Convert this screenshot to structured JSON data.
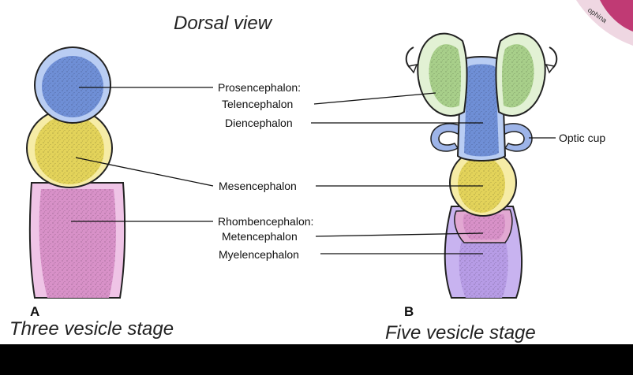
{
  "title": "Dorsal view",
  "panels": {
    "a": {
      "letter": "A",
      "caption": "Three vesicle stage"
    },
    "b": {
      "letter": "B",
      "caption": "Five vesicle stage"
    }
  },
  "labels": {
    "prosencephalon": "Prosencephalon:",
    "telencephalon": "Telencephalon",
    "diencephalon": "Diencephalon",
    "mesencephalon": "Mesencephalon",
    "rhombencephalon": "Rhombencephalon:",
    "metencephalon": "Metencephalon",
    "myelencephalon": "Myelencephalon",
    "optic_cup": "Optic cup"
  },
  "colors": {
    "prosencephalon_blue": "#6f8fd6",
    "mesencephalon_yellow": "#e3d35a",
    "rhombencephalon_pink": "#d891c8",
    "telencephalon_green": "#a8cf8a",
    "myelencephalon_violet": "#b79ce6",
    "outline": "#222222"
  }
}
